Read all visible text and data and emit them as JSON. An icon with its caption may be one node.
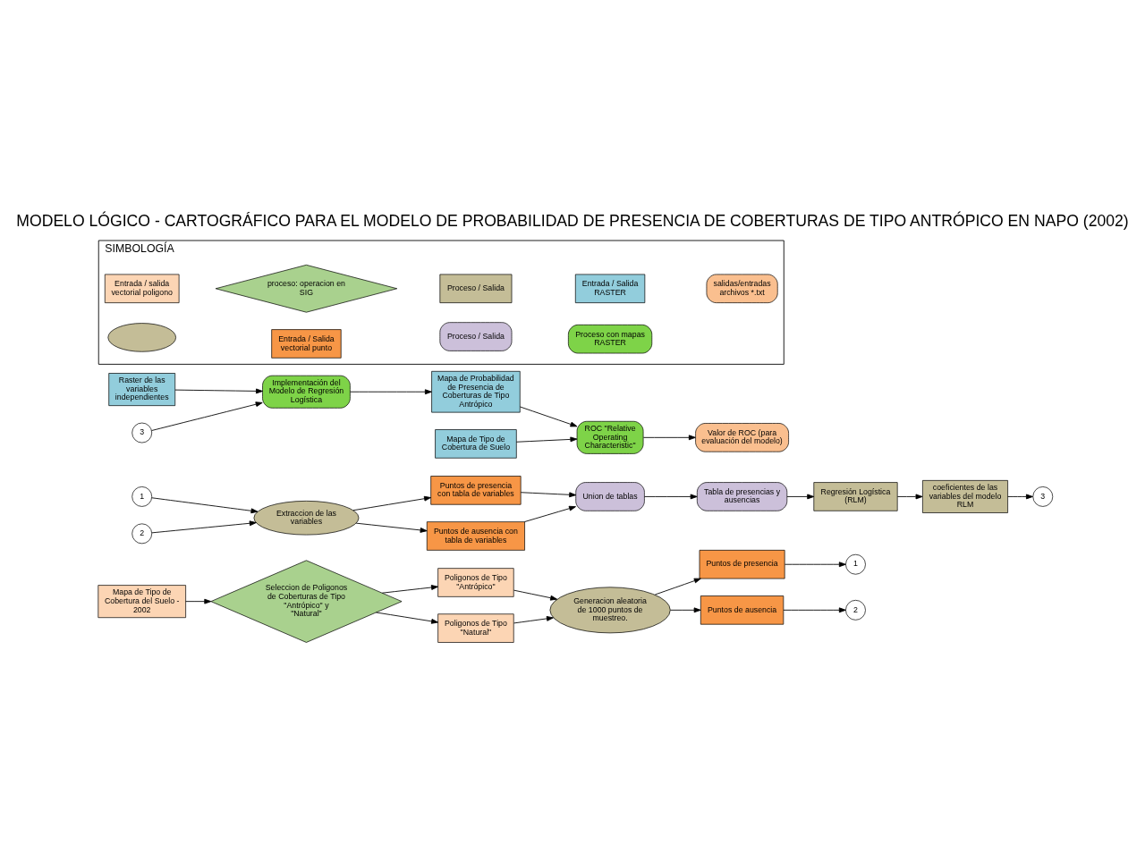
{
  "diagram": {
    "title": "MODELO LÓGICO - CARTOGRÁFICO PARA EL MODELO DE PROBABILIDAD DE PRESENCIA DE COBERTURAS DE TIPO ANTRÓPICO EN NAPO (2002)",
    "nodes": [
      {
        "text": [
          "Mapa de Tipo de Cobertura del Suelo - 2002"
        ]
      },
      {
        "text": [
          "Seleccion de Poligonos de Coberturas de Tipo \"Antrópico\" y \"Natural\""
        ]
      },
      {
        "text": [
          "Poligonos de Tipo \"Antrópico\""
        ]
      },
      {
        "text": [
          "Poligonos de Tipo \"Natural\""
        ]
      },
      {
        "text": [
          "Generacion aleatoria de 1000 puntos de muestreo."
        ]
      },
      {
        "text": [
          "Puntos de presencia"
        ]
      },
      {
        "text": [
          "Puntos de ausencia"
        ]
      },
      {
        "text": [
          "1"
        ]
      },
      {
        "text": [
          "2"
        ]
      },
      {
        "text": [
          "1"
        ]
      },
      {
        "text": [
          "2"
        ]
      },
      {
        "text": [
          "Extraccion de las variables"
        ]
      },
      {
        "text": [
          "Puntos de presencia con tabla de variables"
        ]
      },
      {
        "text": [
          "Puntos de ausencia con tabla de variables"
        ]
      },
      {
        "text": [
          "Union de tablas"
        ]
      },
      {
        "text": [
          "Tabla de presencias y ausencias"
        ]
      },
      {
        "text": [
          "Regresión Logística (RLM)"
        ]
      },
      {
        "text": [
          "coeficientes de las variables del modelo RLM"
        ]
      },
      {
        "text": [
          "3"
        ]
      },
      {
        "text": [
          "Raster de las variables independientes"
        ]
      },
      {
        "text": [
          "3"
        ]
      },
      {
        "text": [
          "Implementación del Modelo de Regresión Logística"
        ]
      },
      {
        "text": [
          "Mapa de Probabilidad de Presencia de Coberturas de Tipo Antrópico"
        ]
      },
      {
        "text": [
          "ROC \"Relative Operating Characteristic\""
        ]
      },
      {
        "text": [
          "Valor de ROC (para evaluación del modelo)"
        ]
      },
      {
        "text": [
          "Mapa de Tipo de Cobertura de Suelo"
        ]
      },
      {
        "text": [
          "SIMBOLOGÍA"
        ]
      },
      {
        "text": [
          "Entrada / salida vectorial poligono"
        ],
        "in": 26
      },
      {
        "text": [],
        "shape": "ellipse",
        "in": 26
      },
      {
        "text": [
          "proceso: operacion en SIG"
        ],
        "in": 26
      },
      {
        "text": [
          "Entrada / Salida vectorial punto"
        ],
        "in": 26
      },
      {
        "text": [
          "Proceso / Salida"
        ],
        "in": 26
      },
      {
        "text": [
          "Proceso / Salida"
        ],
        "in": 26
      },
      {
        "text": [
          "Entrada / Salida RASTER"
        ],
        "in": 26
      },
      {
        "text": [
          "Proceso con mapas RASTER"
        ],
        "in": 26
      },
      {
        "text": [
          "salidas/entradas archivos *.txt"
        ],
        "in": 26
      }
    ],
    "edges": [
      {
        "from": 0,
        "to": 1,
        "arrow": "to"
      },
      {
        "from": 1,
        "to": 2,
        "arrow": "to"
      },
      {
        "from": 1,
        "to": 3,
        "arrow": "to"
      },
      {
        "from": 2,
        "to": 4,
        "arrow": "to"
      },
      {
        "from": 3,
        "to": 4,
        "arrow": "to"
      },
      {
        "from": 4,
        "to": 5,
        "arrow": "to"
      },
      {
        "from": 4,
        "to": 6,
        "arrow": "to"
      },
      {
        "from": 5,
        "to": 7,
        "arrow": "to"
      },
      {
        "from": 6,
        "to": 8,
        "arrow": "to"
      },
      {
        "from": 9,
        "to": 11,
        "arrow": "to"
      },
      {
        "from": 10,
        "to": 11,
        "arrow": "to"
      },
      {
        "from": 11,
        "to": 12,
        "arrow": "to"
      },
      {
        "from": 11,
        "to": 13,
        "arrow": "to"
      },
      {
        "from": 12,
        "to": 14,
        "arrow": "to"
      },
      {
        "from": 13,
        "to": 14,
        "arrow": "to"
      },
      {
        "from": 14,
        "to": 15,
        "arrow": "to"
      },
      {
        "from": 15,
        "to": 16,
        "arrow": "to"
      },
      {
        "from": 16,
        "to": 17,
        "arrow": "to"
      },
      {
        "from": 17,
        "to": 18,
        "arrow": "to"
      },
      {
        "from": 19,
        "to": 21,
        "arrow": "to"
      },
      {
        "from": 20,
        "to": 21,
        "arrow": "to"
      },
      {
        "from": 21,
        "to": 22,
        "arrow": "to"
      },
      {
        "from": 22,
        "to": 23,
        "arrow": "to"
      },
      {
        "from": 23,
        "to": 24,
        "arrow": "to"
      },
      {
        "from": 25,
        "to": 23,
        "arrow": "to"
      }
    ]
  }
}
